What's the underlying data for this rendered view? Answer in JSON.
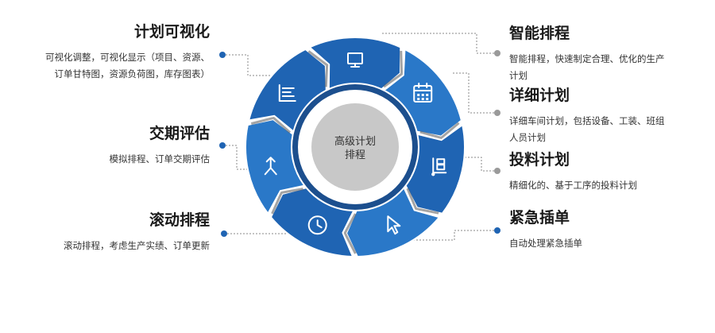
{
  "center": {
    "line1": "高级计划",
    "line2": "排程"
  },
  "colors": {
    "segment_dark": "#1f64b3",
    "segment_light": "#2a78c8",
    "inner_band": "#1c4f8e",
    "core": "#c8c8c8",
    "core_ring": "#ffffff",
    "dot_blue": "#1f64b3",
    "dot_gray": "#9a9a9a"
  },
  "segments": [
    {
      "icon": "monitor-icon"
    },
    {
      "icon": "calendar-icon"
    },
    {
      "icon": "dolly-icon"
    },
    {
      "icon": "cursor-icon"
    },
    {
      "icon": "clock-icon"
    },
    {
      "icon": "merge-arrow-icon"
    },
    {
      "icon": "bar-list-icon"
    }
  ],
  "features": {
    "plan_visual": {
      "title": "计划可视化",
      "desc": [
        "可视化调整，可视化显示（项目、资源、",
        "订单甘特图，资源负荷图，库存图表）"
      ]
    },
    "delivery_eval": {
      "title": "交期评估",
      "desc": [
        "模拟排程、订单交期评估"
      ]
    },
    "rolling": {
      "title": "滚动排程",
      "desc": [
        "滚动排程，考虑生产实绩、订单更新"
      ]
    },
    "smart": {
      "title": "智能排程",
      "desc": [
        "智能排程，快速制定合理、优化的生产",
        "计划"
      ]
    },
    "detail": {
      "title": "详细计划",
      "desc": [
        "详细车间计划，包括设备、工装、班组",
        "人员计划"
      ]
    },
    "material": {
      "title": "投料计划",
      "desc": [
        "精细化的、基于工序的投料计划"
      ]
    },
    "urgent": {
      "title": "紧急插单",
      "desc": [
        "自动处理紧急插单"
      ]
    }
  }
}
